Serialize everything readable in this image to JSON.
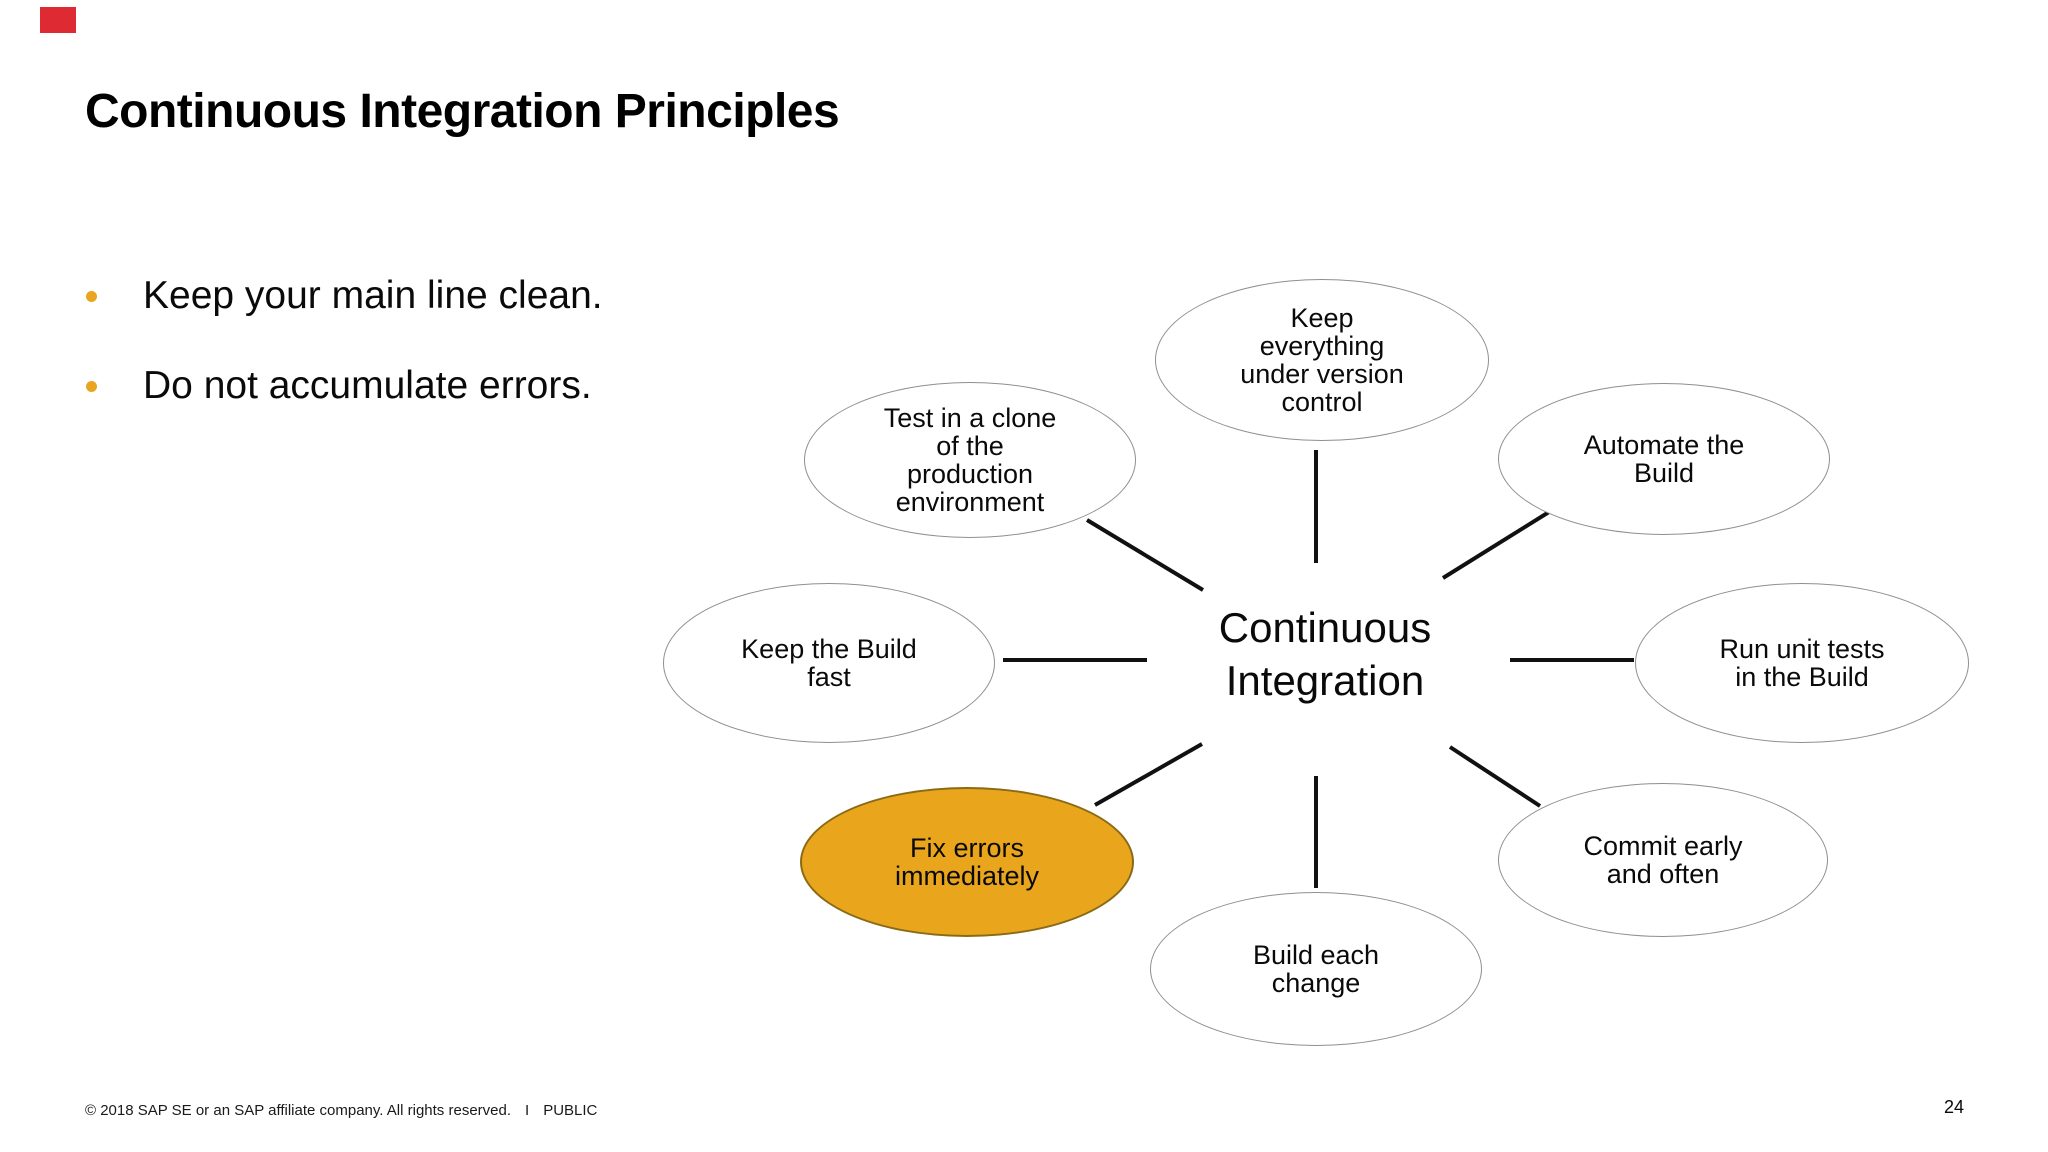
{
  "slide": {
    "title": "Continuous Integration Principles",
    "bullets": [
      {
        "label": "Keep your main line clean."
      },
      {
        "label": "Do not accumulate errors."
      }
    ],
    "footer": {
      "copyright": "© 2018 SAP SE or an SAP affiliate company. All rights reserved.",
      "separator": "I",
      "classification": "PUBLIC",
      "page_number": "24"
    }
  },
  "diagram": {
    "center": {
      "label": "Continuous\nIntegration"
    },
    "nodes": [
      {
        "id": "version-control",
        "label": "Keep\neverything\nunder version\ncontrol",
        "highlighted": false
      },
      {
        "id": "test-clone",
        "label": "Test in a clone\nof the\nproduction\nenvironment",
        "highlighted": false
      },
      {
        "id": "automate-build",
        "label": "Automate the\nBuild",
        "highlighted": false
      },
      {
        "id": "keep-build-fast",
        "label": "Keep the Build\nfast",
        "highlighted": false
      },
      {
        "id": "run-unit-tests",
        "label": "Run unit tests\nin the Build",
        "highlighted": false
      },
      {
        "id": "fix-errors",
        "label": "Fix errors\nimmediately",
        "highlighted": true
      },
      {
        "id": "build-each-change",
        "label": "Build each\nchange",
        "highlighted": false
      },
      {
        "id": "commit-early",
        "label": "Commit early\nand often",
        "highlighted": false
      }
    ],
    "colors": {
      "highlight_fill": "#E9A61D",
      "highlight_border": "#8A6A14",
      "node_border": "#8F8F8F",
      "connector": "#111111",
      "bullet_dot": "#E9A520",
      "corner_marker": "#DE2A33"
    }
  }
}
